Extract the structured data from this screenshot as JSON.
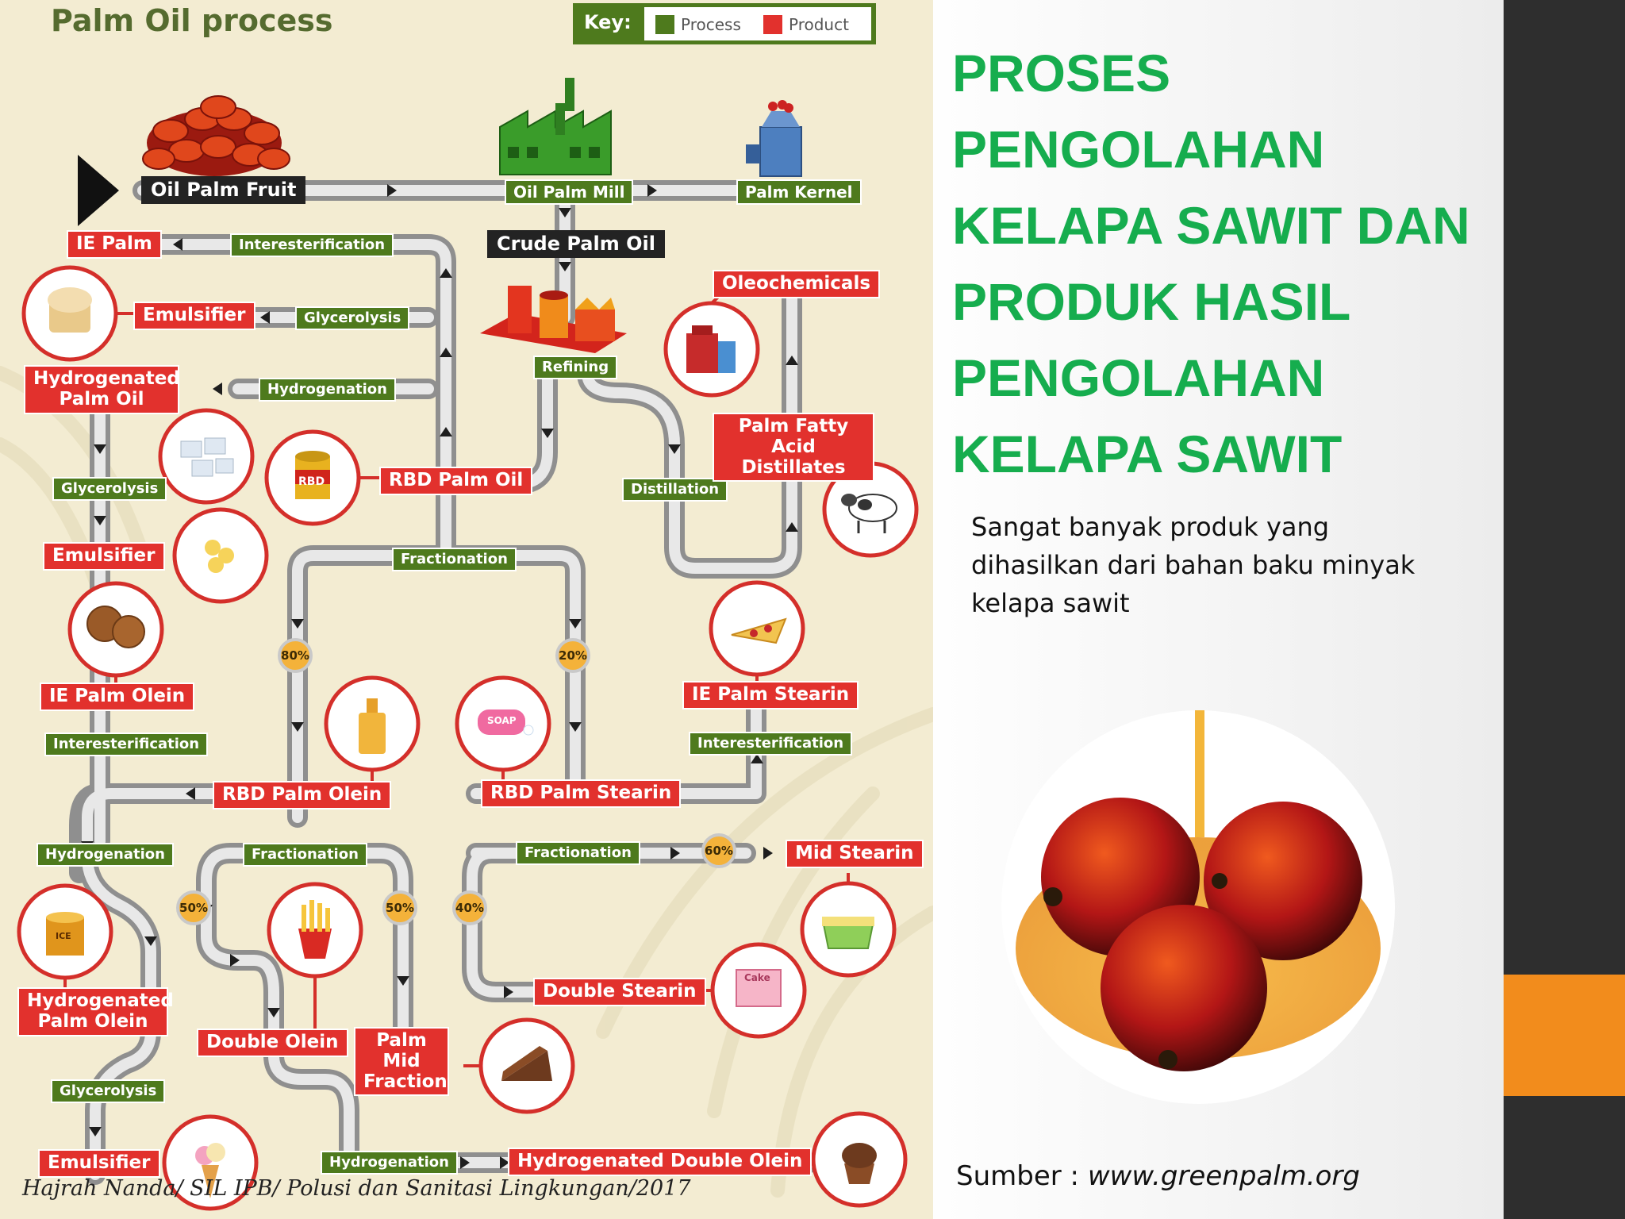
{
  "diagram": {
    "title": "Palm Oil process",
    "key": {
      "title": "Key:",
      "process_label": "Process",
      "product_label": "Product",
      "process_color": "#4e7a1d",
      "product_color": "#e2312d"
    },
    "stages": {
      "oil_palm_fruit": "Oil Palm Fruit",
      "oil_palm_mill": "Oil Palm Mill",
      "palm_kernel": "Palm Kernel",
      "crude_palm_oil": "Crude Palm Oil"
    },
    "processes": {
      "interesterification_1": "Interesterification",
      "glycerolysis_1": "Glycerolysis",
      "hydrogenation_1": "Hydrogenation",
      "refining": "Refining",
      "glycerolysis_2": "Glycerolysis",
      "distillation": "Distillation",
      "fractionation_1": "Fractionation",
      "interesterification_2": "Interesterification",
      "interesterification_3": "Interesterification",
      "hydrogenation_2": "Hydrogenation",
      "fractionation_2": "Fractionation",
      "fractionation_3": "Fractionation",
      "glycerolysis_3": "Glycerolysis",
      "hydrogenation_3": "Hydrogenation"
    },
    "products": {
      "ie_palm": "IE Palm",
      "emulsifier_1": "Emulsifier",
      "hydrogenated_palm_oil": "Hydrogenated Palm Oil",
      "oleochemicals": "Oleochemicals",
      "palm_fatty_acid_distillates": "Palm Fatty Acid Distillates",
      "rbd_palm_oil": "RBD Palm Oil",
      "emulsifier_2": "Emulsifier",
      "ie_palm_olein": "IE Palm Olein",
      "ie_palm_stearin": "IE Palm Stearin",
      "rbd_palm_olein": "RBD Palm Olein",
      "rbd_palm_stearin": "RBD Palm Stearin",
      "mid_stearin": "Mid Stearin",
      "hydrogenated_palm_olein": "Hydrogenated Palm Olein",
      "double_olein": "Double Olein",
      "palm_mid_fraction": "Palm Mid Fraction",
      "double_stearin": "Double Stearin",
      "emulsifier_3": "Emulsifier",
      "hydrogenated_double_olein": "Hydrogenated Double Olein"
    },
    "percentages": {
      "p80": "80%",
      "p20": "20%",
      "p50a": "50%",
      "p50b": "50%",
      "p40": "40%",
      "p60": "60%"
    },
    "icon_labels": {
      "can": "RBD",
      "soap": "SOAP",
      "ice_cream": "ICE",
      "cake_box": "Cake"
    },
    "credit": "Hajrah Nanda/ SIL IPB/ Polusi dan Sanitasi Lingkungan/2017"
  },
  "slide": {
    "title": "PROSES PENGOLAHAN KELAPA SAWIT DAN PRODUK HASIL PENGOLAHAN KELAPA SAWIT",
    "body": "Sangat banyak produk yang dihasilkan dari bahan baku minyak kelapa sawit",
    "source_prefix": "Sumber : ",
    "source_url": "www.greenpalm.org",
    "title_color": "#16ad4e",
    "accent_color": "#f28c1c"
  }
}
